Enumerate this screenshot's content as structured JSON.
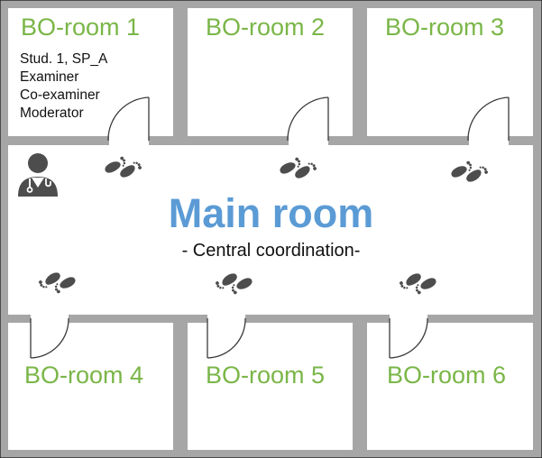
{
  "rooms": {
    "top": [
      {
        "label": "BO-room 1"
      },
      {
        "label": "BO-room 2"
      },
      {
        "label": "BO-room 3"
      }
    ],
    "bottom": [
      {
        "label": "BO-room 4"
      },
      {
        "label": "BO-room 5"
      },
      {
        "label": "BO-room 6"
      }
    ]
  },
  "room1_staff": [
    "Stud. 1, SP_A",
    "Examiner",
    "Co-examiner",
    "Moderator"
  ],
  "main_room": {
    "title": "Main room",
    "subtitle": "- Central coordination-"
  },
  "icons": {
    "coordinator": "doctor-icon",
    "movement": "footprints-icon"
  },
  "colors": {
    "room_label": "#7ab648",
    "main_title": "#5b9bd5",
    "wall": "#a6a6a6"
  }
}
